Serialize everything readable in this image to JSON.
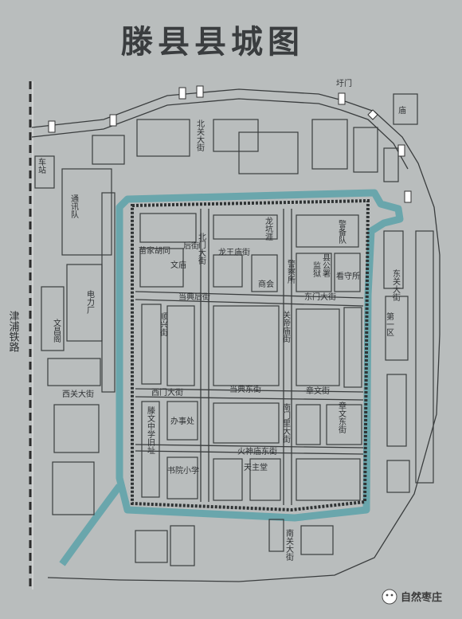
{
  "title": "滕县县城图",
  "watermark": "自然枣庄",
  "colors": {
    "background": "#b9bdbd",
    "moat": "#6aa6ac",
    "ink": "#3a3d3e"
  },
  "icons": [
    "gate-tower-icon",
    "wechat-icon",
    "railway-icon"
  ],
  "labels": {
    "rail": "津浦铁路",
    "station": "车站",
    "comm": "通讯队",
    "power": "电力厂",
    "wenchang": "文昌阁",
    "xiguan": "西关大街",
    "beiguan": "北关大街",
    "wenmen": "圩门",
    "temple": "庙",
    "longwangmiao": "龙王庙街",
    "miaojia": "苗家胡同",
    "houjie": "后街",
    "beimen": "北门大街",
    "longkeng": "龙坑涯",
    "jingbeidui": "警备队",
    "wenmiao": "文庙",
    "shanghui": "商会",
    "jingchasuo": "警察所",
    "jianyu": "监狱",
    "xiangongshu": "县公署",
    "kanshousuo": "看守所",
    "dongguan": "东关大街",
    "dangxianghou": "当典后街",
    "dongmen": "东门大街",
    "diyiqu": "第一区",
    "shunxing": "顺兴街",
    "guandi": "关帝庙街",
    "ximen": "西门大街",
    "dangxiangdong": "当典东街",
    "zhangwen": "章文街",
    "tengwen": "滕文中学旧址",
    "banshichu": "办事处",
    "nanmen": "南门里大街",
    "zhangwendong": "章文东街",
    "huoshen": "火神庙东街",
    "shuyuan": "书院小学",
    "tianzhutang": "天主堂",
    "nanguan": "南关大街"
  }
}
